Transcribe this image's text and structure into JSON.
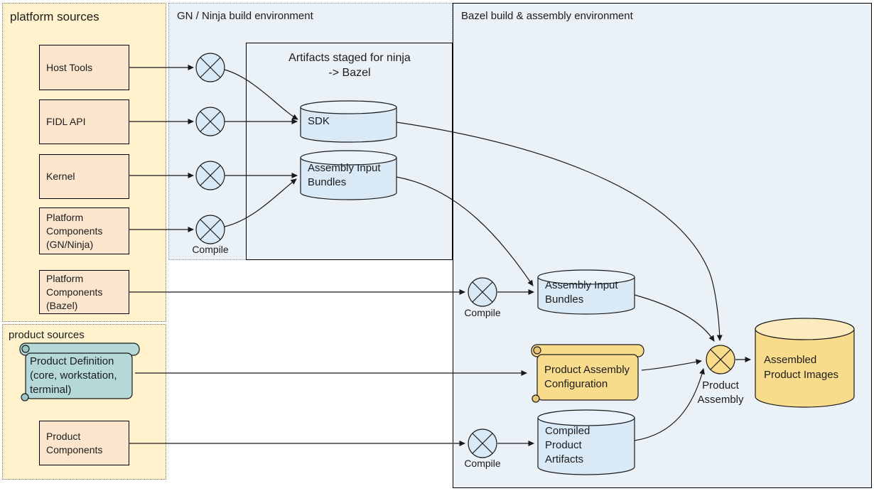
{
  "panels": {
    "platform_sources": {
      "title": "platform sources"
    },
    "gn_env": {
      "title": "GN / Ninja build environment"
    },
    "bazel_env": {
      "title": "Bazel build & assembly environment"
    },
    "product_sources": {
      "title": "product sources"
    },
    "staging_box": {
      "title": "Artifacts staged for ninja -> Bazel"
    }
  },
  "nodes": {
    "host_tools": {
      "label": "Host Tools",
      "shape": "box"
    },
    "fidl_api": {
      "label": "FIDL API",
      "shape": "box"
    },
    "kernel": {
      "label": "Kernel",
      "shape": "box"
    },
    "platform_components_gn": {
      "label": "Platform Components (GN/Ninja)",
      "shape": "box"
    },
    "platform_components_bazel": {
      "label": "Platform Components (Bazel)",
      "shape": "box"
    },
    "product_definition": {
      "label": "Product Definition (core, workstation, terminal)",
      "shape": "scroll"
    },
    "product_components": {
      "label": "Product Components",
      "shape": "box"
    },
    "sdk": {
      "label": "SDK",
      "shape": "cylinder"
    },
    "assembly_input_bundles_gn": {
      "label": "Assembly Input Bundles",
      "shape": "cylinder"
    },
    "assembly_input_bundles_bazel": {
      "label": "Assembly Input Bundles",
      "shape": "cylinder"
    },
    "product_assembly_configuration": {
      "label": "Product Assembly Configuration",
      "shape": "scroll"
    },
    "compiled_product_artifacts": {
      "label": "Compiled Product Artifacts",
      "shape": "cylinder"
    },
    "product_assembly": {
      "label": "Product Assembly",
      "shape": "process-circle"
    },
    "assembled_product_images": {
      "label": "Assembled Product Images",
      "shape": "cylinder"
    }
  },
  "process_labels": {
    "compile": "Compile"
  },
  "edges": [
    [
      "host_tools",
      "compile_1"
    ],
    [
      "fidl_api",
      "compile_2"
    ],
    [
      "kernel",
      "compile_3"
    ],
    [
      "platform_components_gn",
      "compile_4"
    ],
    [
      "compile_1",
      "sdk"
    ],
    [
      "compile_2",
      "sdk"
    ],
    [
      "compile_3",
      "assembly_input_bundles_gn"
    ],
    [
      "compile_4",
      "assembly_input_bundles_gn"
    ],
    [
      "sdk",
      "product_assembly"
    ],
    [
      "assembly_input_bundles_gn",
      "assembly_input_bundles_bazel"
    ],
    [
      "platform_components_bazel",
      "compile_5"
    ],
    [
      "compile_5",
      "assembly_input_bundles_bazel"
    ],
    [
      "assembly_input_bundles_bazel",
      "product_assembly"
    ],
    [
      "product_definition",
      "product_assembly_configuration"
    ],
    [
      "product_assembly_configuration",
      "product_assembly"
    ],
    [
      "product_components",
      "compile_6"
    ],
    [
      "compile_6",
      "compiled_product_artifacts"
    ],
    [
      "compiled_product_artifacts",
      "product_assembly"
    ],
    [
      "product_assembly",
      "assembled_product_images"
    ]
  ],
  "palette": {
    "panel_yellow": "#FFF2CC",
    "box_orange": "#FCE5CD",
    "scroll_teal": "#B5D8D8",
    "env_blue": "#EAF2F8",
    "shape_blue": "#D9E9F6",
    "shape_blue_top": "#EAF3FB",
    "shape_yellow": "#F8DB8B",
    "shape_yellow_top": "#FBEBBD",
    "line": "#1a1a1a"
  }
}
